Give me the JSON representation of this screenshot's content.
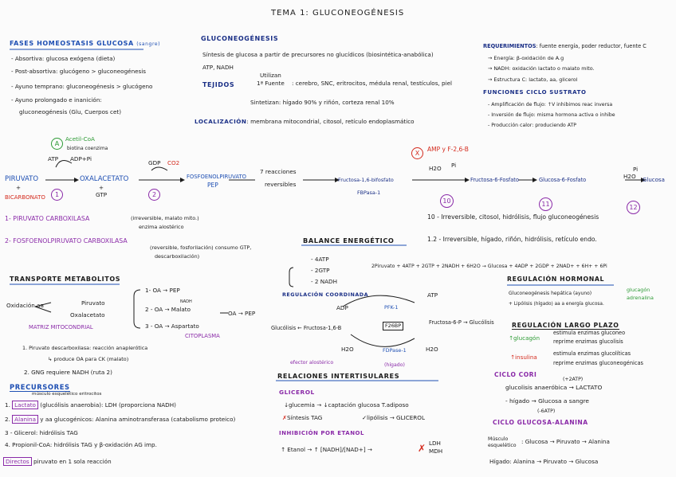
{
  "title": "TEMA 1: GLUCONEOGÉNESIS",
  "fases": {
    "heading": "FASES HOMEOSTASIS GLUCOSA",
    "note": "(sangre)",
    "items": [
      "- Absortiva: glucosa exógena (dieta)",
      "- Post-absortiva: glucógeno > gluconeogénesis",
      "- Ayuno temprano: gluconeogénesis > glucógeno",
      "- Ayuno prolongado e inanición:",
      "gluconeogénesis (Glu, Cuerpos cet)"
    ]
  },
  "gng": {
    "heading": "GLUCONEOGÉNESIS",
    "def": "Síntesis de glucosa a partir de precursores no glucídicos (biosintética-anabólica)",
    "atp": "ATP, NADH",
    "tejidos": "TEJIDOS",
    "utilizan": "Utilizan",
    "fuente": "1ª Fuente",
    "utilizan_text": ": cerebro, SNC, eritrocitos, médula renal, testículos, piel",
    "sintetizan": "Sintetizan: hígado 90% y riñón, corteza renal 10%",
    "loc_label": "LOCALIZACIÓN",
    "loc_text": ": membrana mitocondrial, citosol, retículo endoplasmático"
  },
  "req": {
    "heading": "REQUERIMIENTOS",
    "text": ": fuente energía, poder reductor, fuente C",
    "items": [
      "→ Energía: β-oxidación de A.g",
      "→ NADH: oxidación lactato o malato mito.",
      "→ Estructura C: lactato, aa, glicerol"
    ],
    "func_heading": "FUNCIONES CICLO SUSTRATO",
    "func_items": [
      "- Amplificación de flujo: ↑V inhibimos reac inversa",
      "- Inversión de flujo: misma hormona activa o inhibe",
      "- Producción calor: produciendo ATP"
    ]
  },
  "pathway": {
    "acetil": "Acetil-CoA",
    "biotina": "biotina coenzima",
    "atp": "ATP",
    "adp": "ADP+Pi",
    "piruvato": "PIRUVATO",
    "bicarbonato": "BICARBONATO",
    "oxalacetato": "OXALACETATO",
    "gtp": "GTP",
    "gdp": "GDP",
    "co2": "CO2",
    "pep_label": "FOSFOENOLPIRUVATO",
    "pep": "PEP",
    "reacciones": "7 reacciones",
    "reversibles": "reversibles",
    "f16": "Fructosa-1,6-bifosfato",
    "fbpasa": "FBPasa-1",
    "amp": "AMP y F-2,6-B",
    "h2o": "H2O",
    "pi": "Pi",
    "f6": "Fructosa-6-Fosfato",
    "g6": "Glucosa-6-Fosfato",
    "glucosa": "Glucosa",
    "h2o2": "H2O",
    "pi2": "Pi",
    "n1": "1",
    "n2": "2",
    "n10": "10",
    "n11": "11",
    "n12": "12",
    "a_mark": "A",
    "x_mark": "X"
  },
  "enzymes": {
    "e1": "1- PIRUVATO CARBOXILASA",
    "e1_note": "(irreversible, malato mito.)",
    "e1_note2": "enzima alostérico",
    "e2": "2- FOSFOENOLPIRUVATO CARBOXILASA",
    "e2_note": "(reversible, fosforilación) consumo GTP,",
    "e2_note2": "descarboxilación)",
    "r10": "10 - Irreversible, citosol, hidrólisis, flujo gluconeogénesis",
    "r12": "1.2 - Irreversible, hígado, riñón, hidrólisis, retículo endo."
  },
  "balance": {
    "heading": "BALANCE ENERGÉTICO",
    "items": [
      "- 4ATP",
      "- 2GTP",
      "- 2 NADH"
    ],
    "equation": "2Piruvato + 4ATP + 2GTP + 2NADH + 6H2O → Glucosa + 4ADP + 2GDP + 2NAD+ + 6H+ + 6Pi"
  },
  "transporte": {
    "heading": "TRANSPORTE METABOLITOS",
    "oxid": "Oxidación aa",
    "piruvato": "Piruvato",
    "oxal": "Oxalacetato",
    "r1": "1- OA → PEP",
    "r2": "2 - OA → Malato",
    "nadh": "NADH",
    "r3": "3 - OA → Aspartato",
    "oa_pep": "OA → PEP",
    "matriz": "MATRIZ MITOCONDRIAL",
    "citoplasma": "CITOPLASMA",
    "p1": "1. Piruvato descarboxilasa: reacción anaplerótica",
    "p1b": "↳ produce OA para CK (malato)",
    "p2": "2. GNG requiere NADH (ruta 2)"
  },
  "coord": {
    "heading": "REGULACIÓN COORDINADA",
    "adp": "ADP",
    "atp": "ATP",
    "pfk": "PFK-1",
    "f26": "F26BP",
    "fdpase": "FDPase-1",
    "glucolisis": "Glucólisis ← Fructosa-1,6-B",
    "f6p": "Fructosa-6-P → Glucólisis",
    "h2o_l": "H2O",
    "h2o_r": "H2O",
    "efector": "efector alostérico",
    "higado": "(hígado)"
  },
  "hormonal": {
    "heading": "REGULACIÓN HORMONAL",
    "glucagon": "glucagón",
    "adrenalina": "adrenalina",
    "l1": "Gluconeogénesis hepática (ayuno)",
    "l2": "+ Lipólisis (hígado) aa a energía glucosa."
  },
  "largo": {
    "heading": "REGULACIÓN LARGO PLAZO",
    "glucagon": "↑glucagón",
    "g1": "estimula enzimas gluconeo",
    "g2": "reprime enzimas glucolisis",
    "insulina": "↑insulina",
    "i1": "estimula enzimas glucolíticas",
    "i2": "reprime enzimas gluconeogénicas"
  },
  "cori": {
    "heading": "CICLO CORI",
    "plus": "(+2ATP)",
    "line1": "glucolisis anaeróbica → LACTATO",
    "line2": "- hígado → Glucosa a sangre",
    "minus": "(-6ATP)"
  },
  "alanina": {
    "heading": "CICLO GLUCOSA-ALANINA",
    "musculo": "Músculo esquelético",
    "m_text": ": Glucosa → Piruvato → Alanina",
    "higado": "Hígado: Alanina → Piruvato → Glucosa"
  },
  "interorg": {
    "heading": "RELACIONES INTERTISULARES",
    "glicerol": "GLICEROL",
    "g1": "↓glucemia → ↓captación glucosa T.adiposo",
    "g2": "Síntesis TAG",
    "g3": "lipólisis → GLICEROL",
    "inhib": "INHIBICIÓN POR ETANOL",
    "etanol": "↑ Etanol → ↑ [NADH]/[NAD+] →",
    "ldh": "LDH",
    "mdh": "MDH"
  },
  "precursores": {
    "heading": "PRECURSORES",
    "lactato": "Lactato",
    "lactato_note": "músculo esquelético eritrocitos",
    "lactato_text": "(glucólisis anaerobia): LDH (proporciona NADH)",
    "alanina": "Alanina",
    "alanina_text": "y aa glucogénicos: Alanina aminotransferasa (catabolismo proteico)",
    "glicerol": "3 - Glicerol: hidrólisis TAG",
    "propionil": "4. Propionil-CoA: hidrólisis TAG y β-oxidación AG imp.",
    "directos": "Directos",
    "directos_text": "piruvato en 1 sola reacción"
  }
}
